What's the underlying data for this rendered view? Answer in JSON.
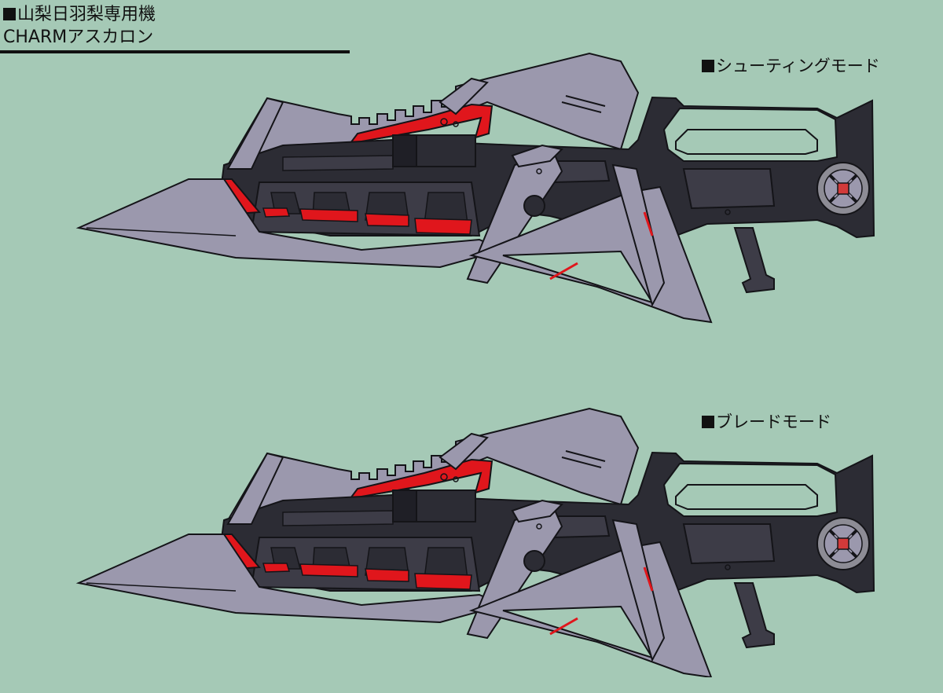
{
  "header": {
    "line1": "山梨日羽梨専用機",
    "line2": "CHARMアスカロン"
  },
  "modes": [
    {
      "label": "シューティングモード"
    },
    {
      "label": "ブレードモード"
    }
  ],
  "palette": {
    "background": "#a5c9b6",
    "blade": "#9b98ad",
    "body_dark": "#2c2c34",
    "body_mid": "#3d3c47",
    "accent_red": "#e0161c",
    "outline": "#141418"
  }
}
